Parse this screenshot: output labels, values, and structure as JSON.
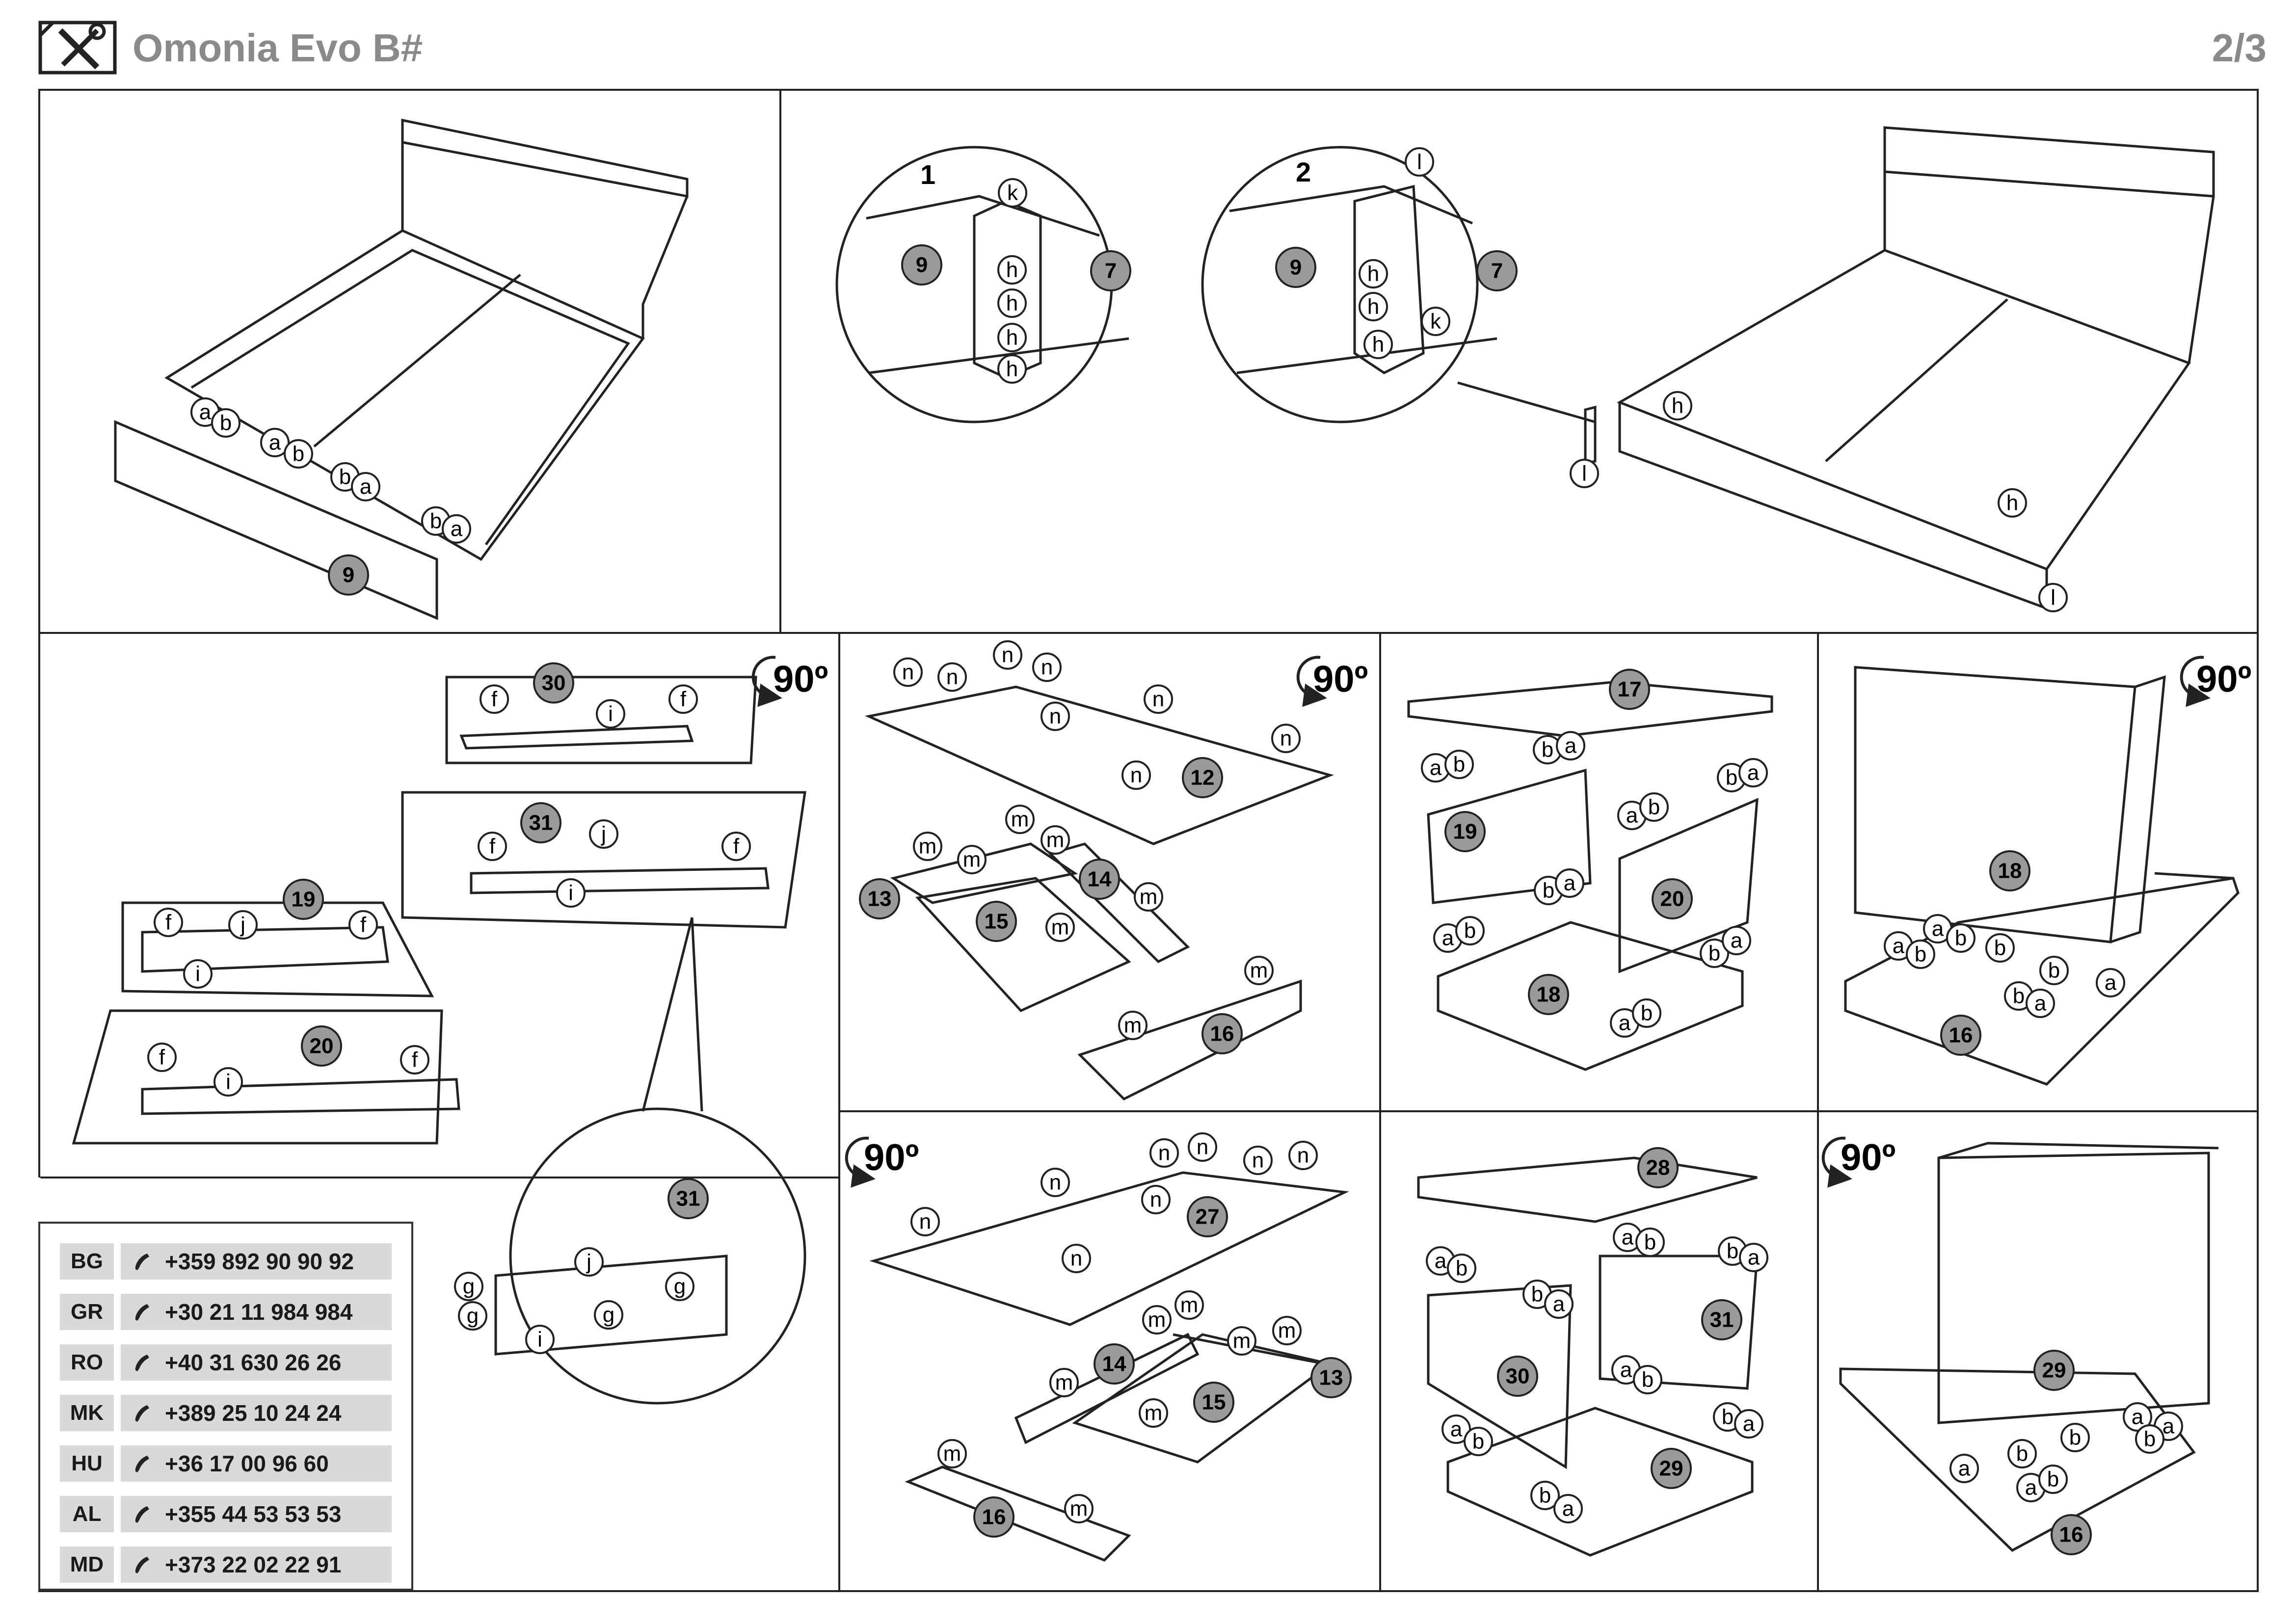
{
  "header": {
    "title": "Omonia Evo B#",
    "page": "2/3"
  },
  "icons": {
    "tools": "wrench-screwdriver-icon",
    "phone": "phone-icon",
    "rotate": "rotate-90-icon"
  },
  "rotation_label": "90º",
  "callouts": {
    "detail1": "1",
    "detail2": "2"
  },
  "panels": {
    "p1": {
      "part": "9",
      "hw": [
        "a",
        "b"
      ]
    },
    "p2": {
      "parts": [
        "9",
        "7"
      ],
      "hw": [
        "k",
        "h",
        "l"
      ]
    },
    "p3": {
      "parts": [
        "30",
        "31",
        "19",
        "20"
      ],
      "hw": [
        "f",
        "i",
        "j",
        "g"
      ]
    },
    "p4": {
      "parts": [
        "12",
        "13",
        "14",
        "15",
        "16"
      ],
      "hw": [
        "n",
        "m"
      ]
    },
    "p5": {
      "parts": [
        "17",
        "18",
        "19",
        "20"
      ],
      "hw": [
        "a",
        "b"
      ]
    },
    "p6": {
      "parts": [
        "18",
        "16"
      ],
      "hw": [
        "a",
        "b"
      ]
    },
    "p7": {
      "parts": [
        "27",
        "13",
        "14",
        "15",
        "16"
      ],
      "hw": [
        "n",
        "m"
      ]
    },
    "p8": {
      "parts": [
        "28",
        "29",
        "30",
        "31"
      ],
      "hw": [
        "a",
        "b"
      ]
    },
    "p9": {
      "parts": [
        "29",
        "16"
      ],
      "hw": [
        "a",
        "b"
      ]
    }
  },
  "support": [
    {
      "country": "BG",
      "phone": "+359 892 90 90 92"
    },
    {
      "country": "GR",
      "phone": "+30 21 11 984 984"
    },
    {
      "country": "RO",
      "phone": "+40 31 630 26 26"
    },
    {
      "country": "MK",
      "phone": "+389 25 10 24 24"
    },
    {
      "country": "HU",
      "phone": "+36 17 00 96 60"
    },
    {
      "country": "AL",
      "phone": "+355 44 53 53 53"
    },
    {
      "country": "MD",
      "phone": "+373 22 02 22 91"
    }
  ]
}
